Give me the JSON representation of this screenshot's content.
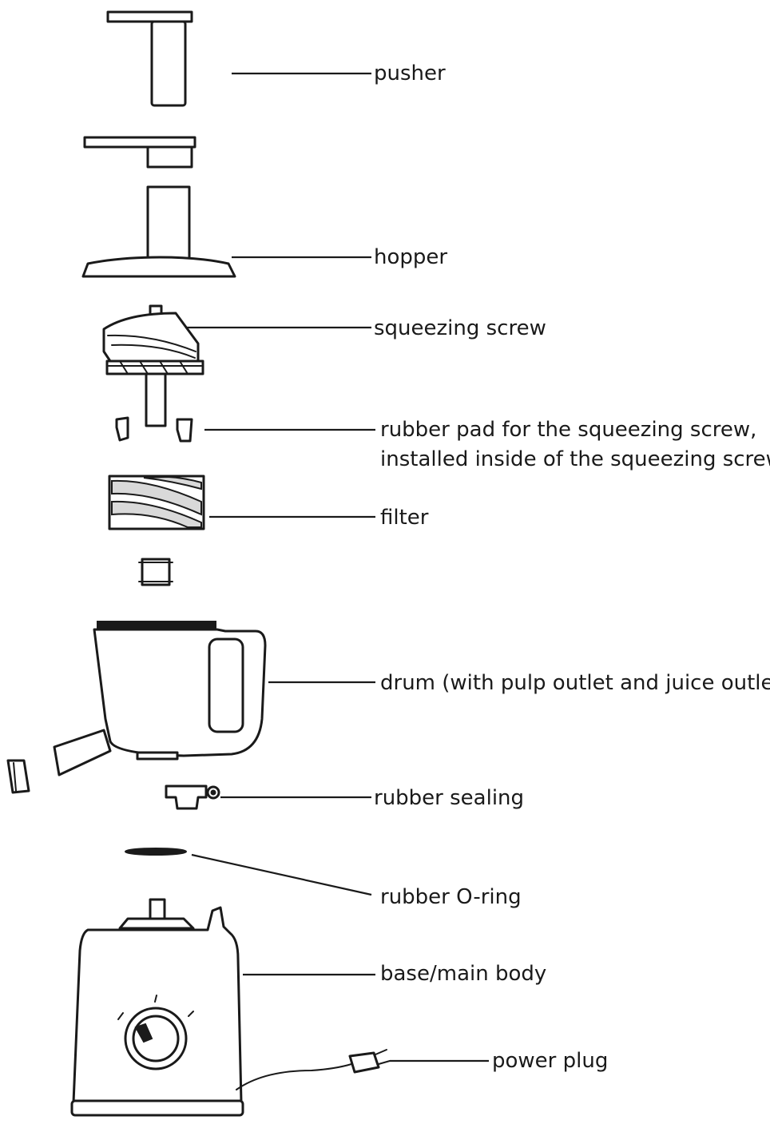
{
  "labels": {
    "pusher": "pusher",
    "hopper": "hopper",
    "squeezing_screw": "squeezing screw",
    "rubber_pad_line1": "rubber pad for the squeezing screw,",
    "rubber_pad_line2": "installed inside of the squeezing screw",
    "filter": "filter",
    "drum": "drum (with pulp outlet and juice outlet)",
    "rubber_sealing": "rubber sealing",
    "rubber_o_ring": "rubber O-ring",
    "base": "base/main body",
    "power_plug": "power plug"
  }
}
